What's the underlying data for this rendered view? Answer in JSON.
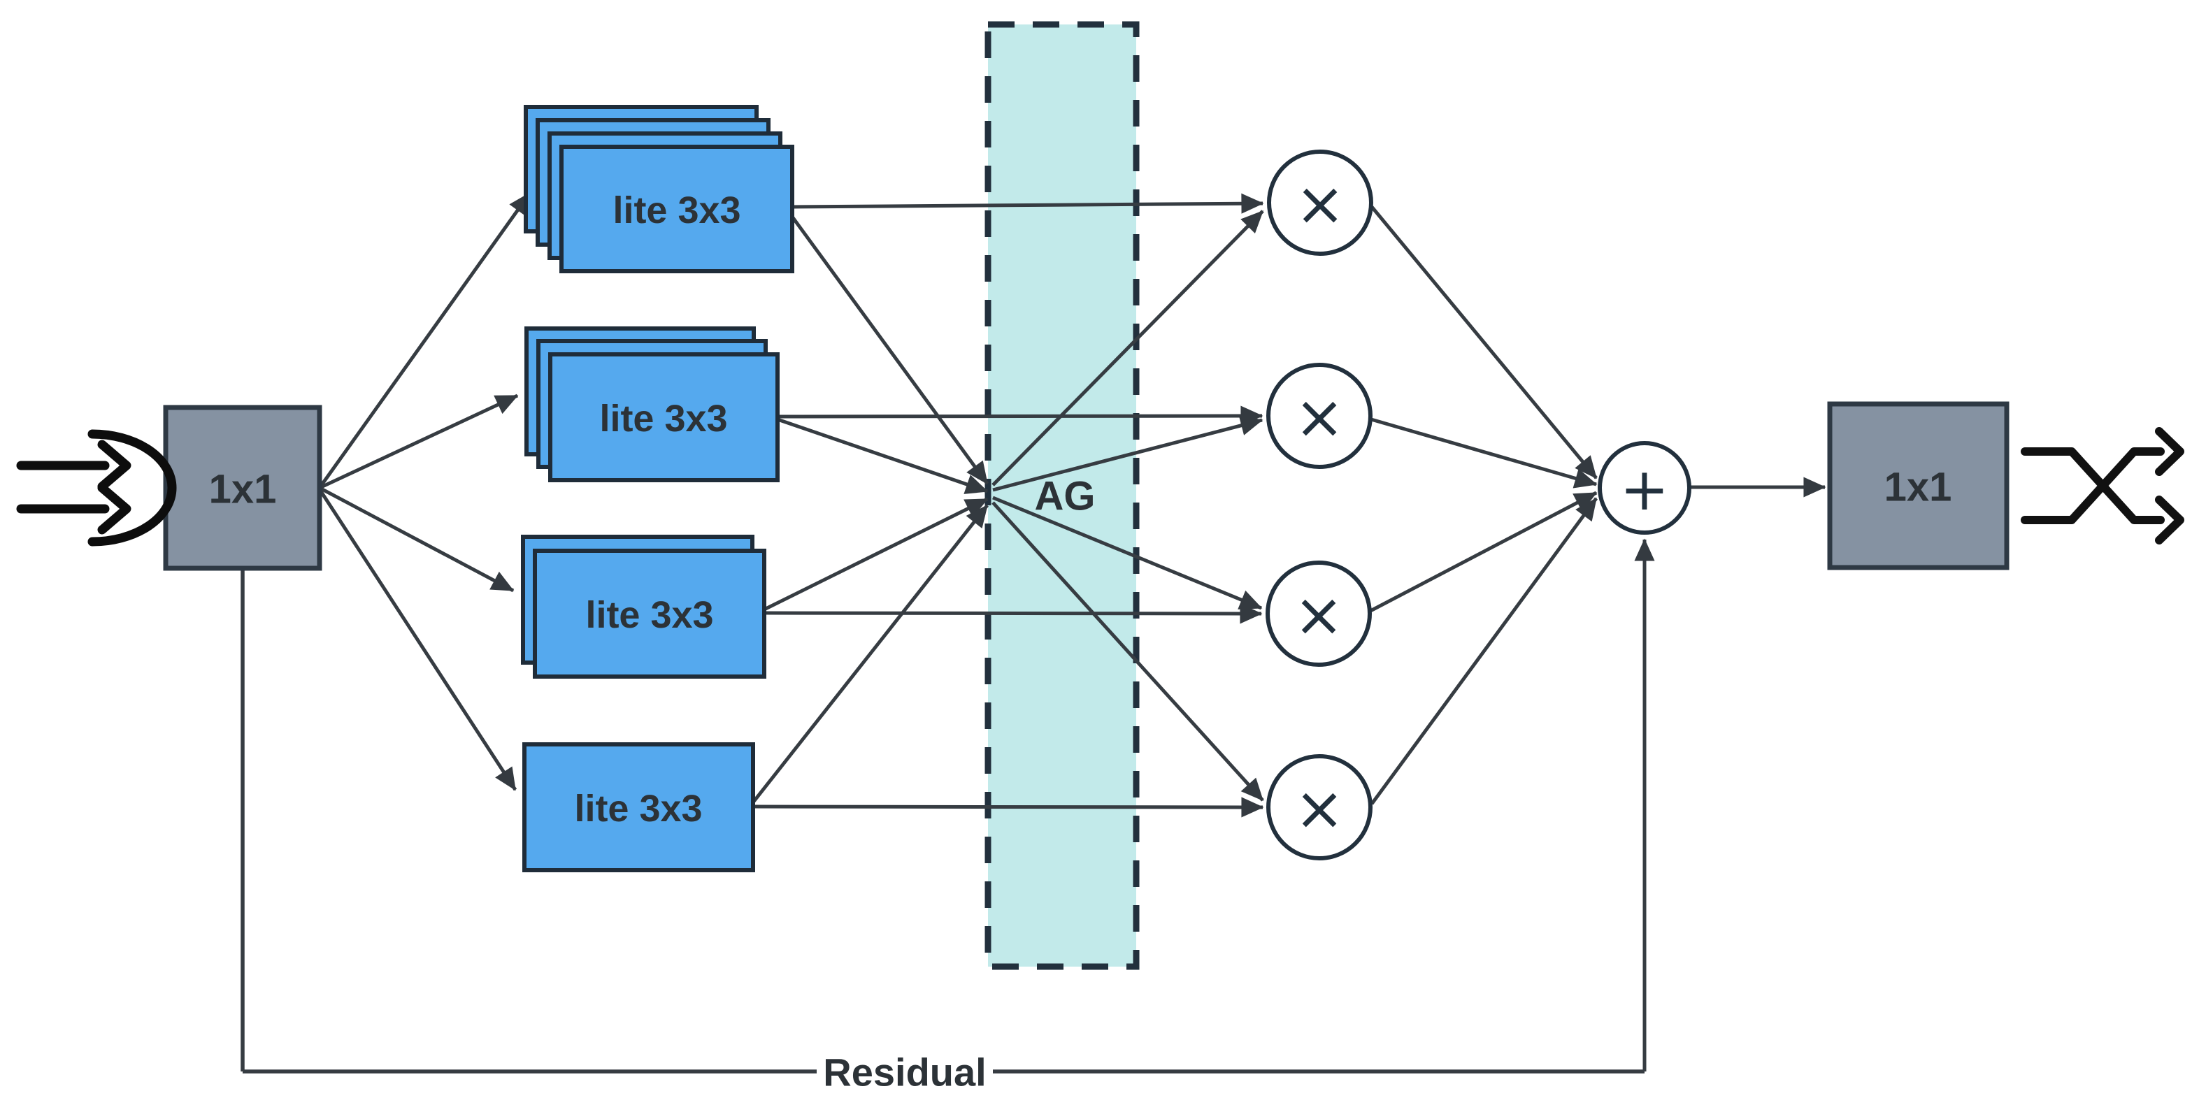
{
  "figure": {
    "type": "neural-architecture-block-diagram",
    "input_conv": {
      "label": "1x1"
    },
    "output_conv": {
      "label": "1x1"
    },
    "branches": [
      {
        "label": "lite 3x3",
        "stack_depth": 4
      },
      {
        "label": "lite 3x3",
        "stack_depth": 3
      },
      {
        "label": "lite 3x3",
        "stack_depth": 2
      },
      {
        "label": "lite 3x3",
        "stack_depth": 1
      }
    ],
    "attention_gate": {
      "label": "AG"
    },
    "multiply_symbol": "×",
    "add_symbol": "+",
    "residual": {
      "label": "Residual"
    },
    "colors": {
      "branch_fill": "#55a9ee",
      "conv_fill": "#8592a2",
      "attention_band_fill": "#c2eaea"
    }
  }
}
